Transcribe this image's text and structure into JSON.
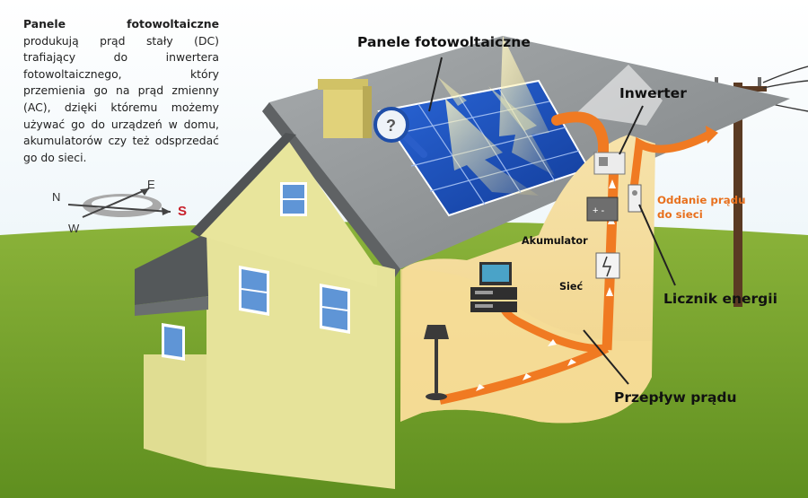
{
  "description": {
    "bold": "Panele fotowoltaiczne",
    "text": " produkują prąd stały (DC) trafiający do inwertera fotowoltaicznego, który przemienia go na prąd zmienny (AC), dzięki któremu możemy używać go do urządzeń w domu, akumulatorów czy też odsprzedać go do sieci."
  },
  "labels": {
    "panels": "Panele fotowoltaiczne",
    "inverter": "Inwerter",
    "battery": "Akumulator",
    "grid": "Sieć",
    "meter": "Licznik energii",
    "flow": "Przepływ prądu",
    "export_line1": "Oddanie prądu",
    "export_line2": "do sieci"
  },
  "compass": {
    "n": "N",
    "e": "E",
    "w": "W",
    "s": "S"
  },
  "colors": {
    "flow": "#f07a22",
    "panel": "#1a4fb8",
    "wall": "#e6e39a",
    "roof": "#8e9294",
    "accent_text": "#e8701d"
  }
}
